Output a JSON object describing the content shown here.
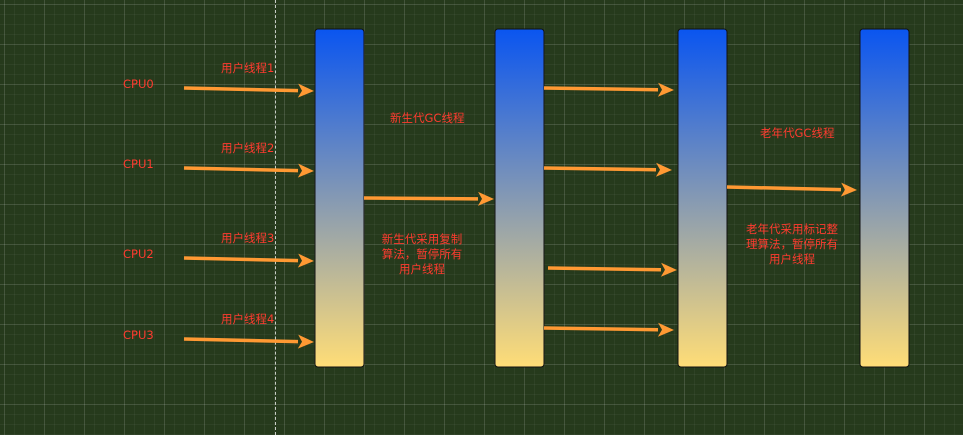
{
  "colors": {
    "background": "#263a1c",
    "arrow": "#ff9933",
    "text": "#ff3b2f",
    "bar_top": "#0a55f0",
    "bar_bottom": "#ffdd77"
  },
  "cpus": [
    {
      "label": "CPU0",
      "thread": "用户线程1"
    },
    {
      "label": "CPU1",
      "thread": "用户线程2"
    },
    {
      "label": "CPU2",
      "thread": "用户线程3"
    },
    {
      "label": "CPU3",
      "thread": "用户线程4"
    }
  ],
  "young_gc": {
    "title": "新生代GC线程",
    "note_lines": [
      "新生代采用复制",
      "算法，暂停所有",
      "用户线程"
    ]
  },
  "old_gc": {
    "title": "老年代GC线程",
    "note_lines": [
      "老年代采用标记整",
      "理算法，暂停所有",
      "用户线程"
    ]
  }
}
